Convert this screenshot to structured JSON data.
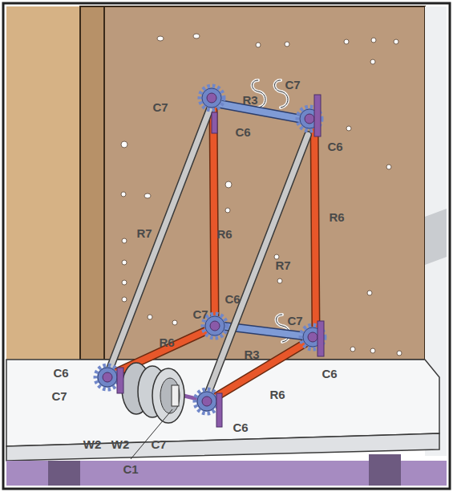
{
  "diagram": {
    "labels": [
      "C7",
      "R3",
      "C7",
      "C6",
      "C6",
      "R7",
      "R6",
      "R6",
      "R7",
      "C6",
      "C7",
      "C7",
      "R6",
      "R3",
      "C6",
      "C6",
      "C7",
      "R6",
      "C6",
      "W2",
      "W2",
      "C7",
      "C1"
    ]
  }
}
